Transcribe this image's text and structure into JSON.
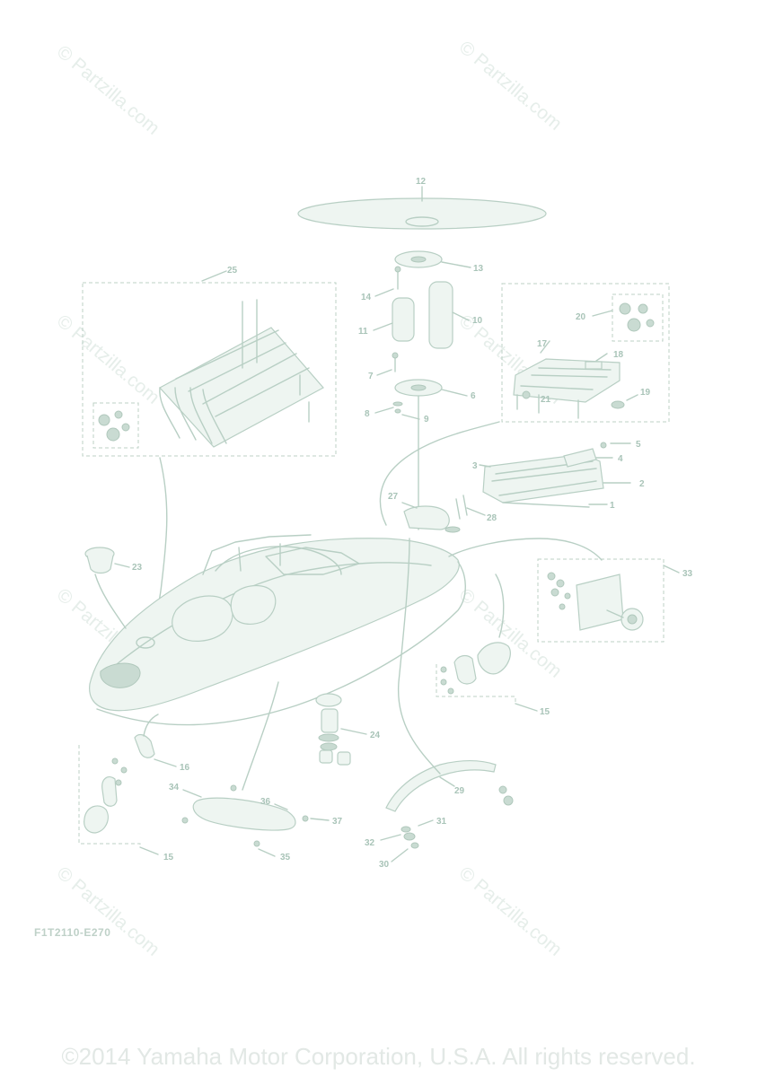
{
  "watermark": "© Partzilla.com",
  "diagram_code": "F1T2110-E270",
  "copyright": "©2014 Yamaha Motor Corporation, U.S.A. All rights reserved.",
  "callouts": [
    "1",
    "2",
    "3",
    "4",
    "5",
    "6",
    "7",
    "8",
    "9",
    "10",
    "11",
    "12",
    "13",
    "14",
    "15",
    "15",
    "16",
    "17",
    "18",
    "19",
    "20",
    "21",
    "23",
    "24",
    "25",
    "27",
    "28",
    "29",
    "30",
    "31",
    "32",
    "33",
    "34",
    "35",
    "36",
    "37"
  ]
}
